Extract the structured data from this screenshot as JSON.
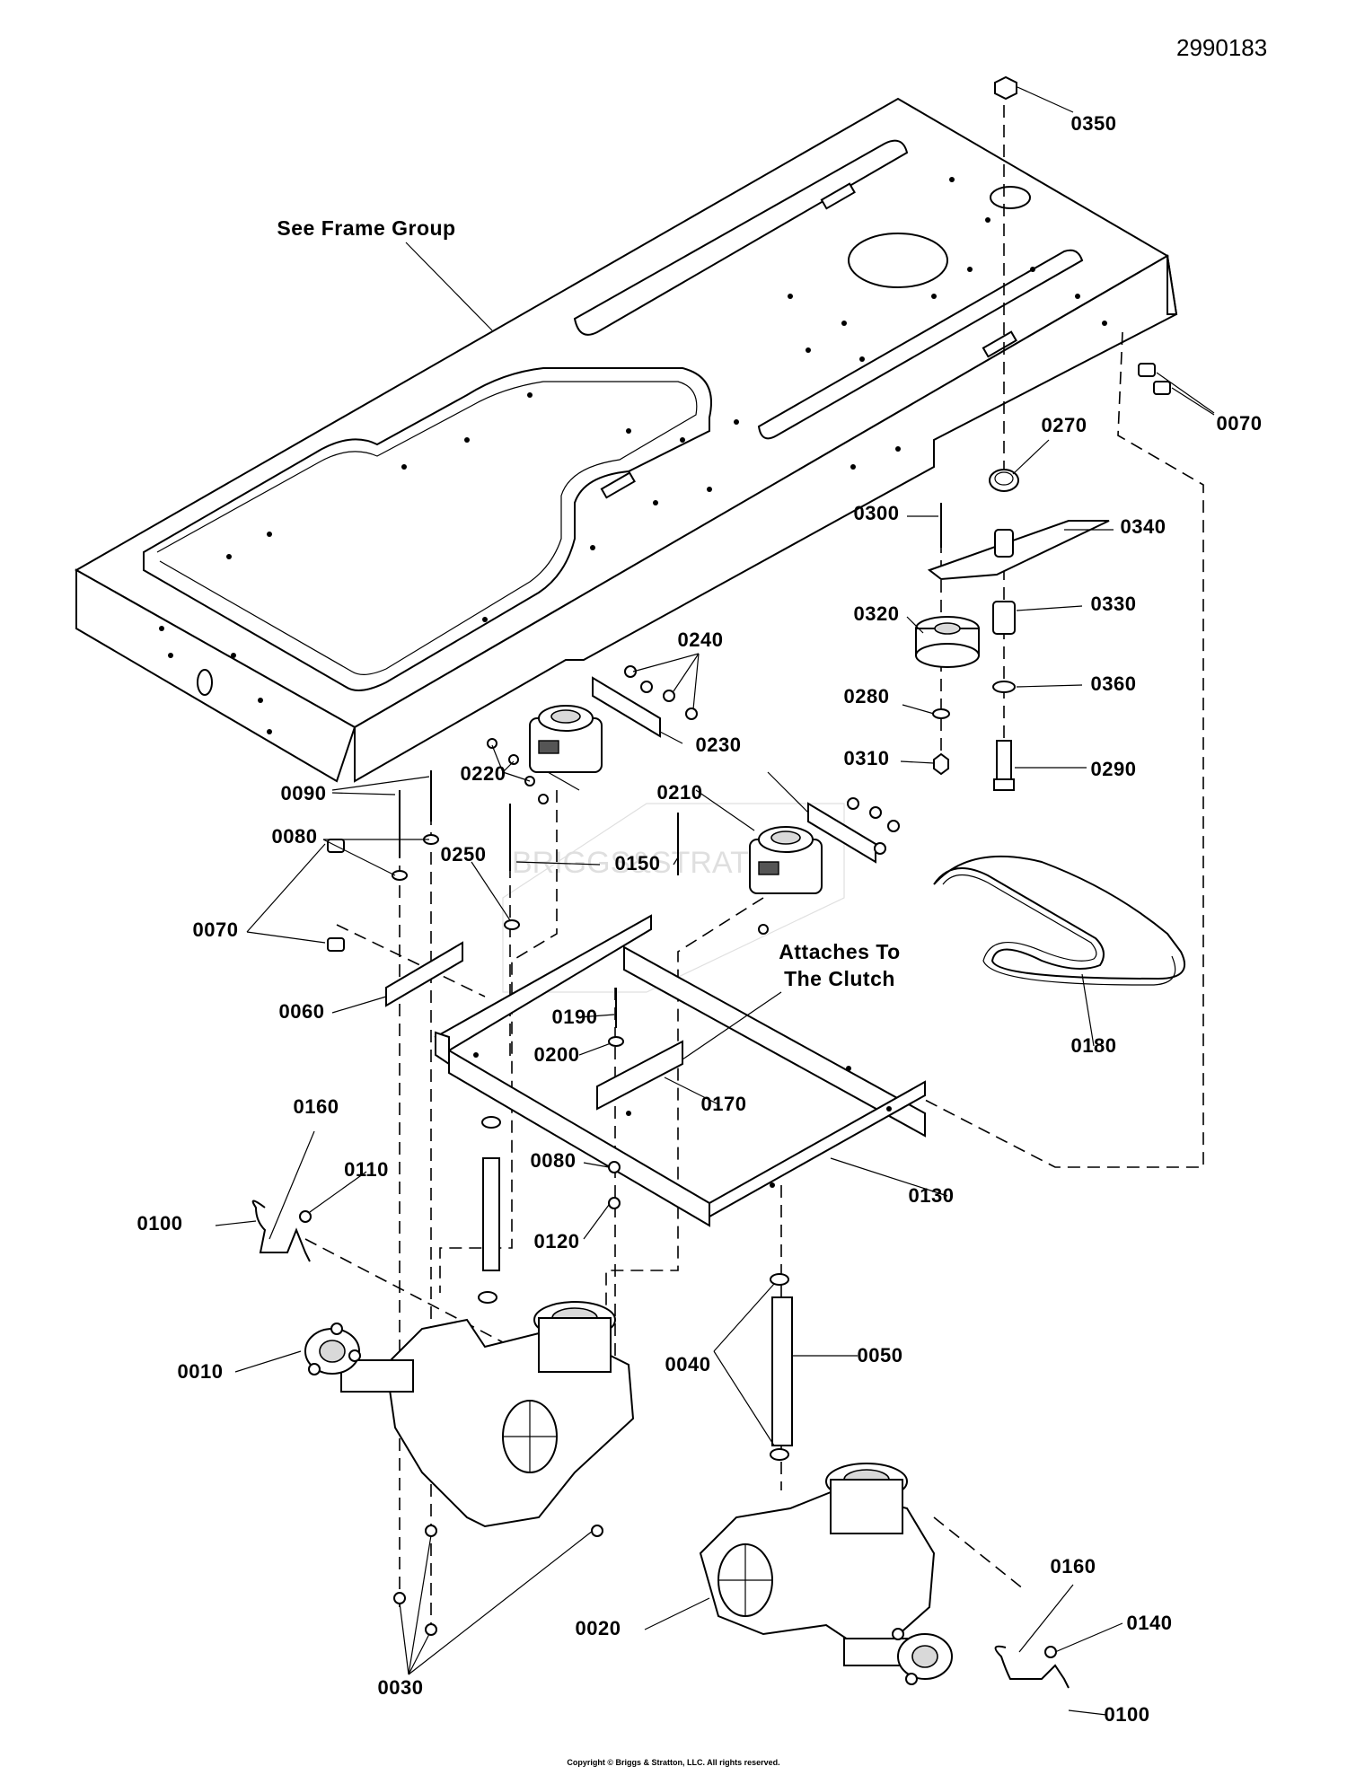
{
  "drawing_number": "2990183",
  "copyright": "Copyright © Briggs & Stratton, LLC. All rights reserved.",
  "watermark": "BRIGGS&STRATTON",
  "notes": {
    "frame_group": "See Frame Group",
    "clutch_line1": "Attaches To",
    "clutch_line2": "The Clutch"
  },
  "callouts": [
    {
      "id": "0350",
      "text": "0350"
    },
    {
      "id": "0070_top",
      "text": "0070"
    },
    {
      "id": "0270",
      "text": "0270"
    },
    {
      "id": "0300",
      "text": "0300"
    },
    {
      "id": "0340",
      "text": "0340"
    },
    {
      "id": "0320",
      "text": "0320"
    },
    {
      "id": "0330",
      "text": "0330"
    },
    {
      "id": "0240",
      "text": "0240"
    },
    {
      "id": "0280",
      "text": "0280"
    },
    {
      "id": "0360",
      "text": "0360"
    },
    {
      "id": "0230",
      "text": "0230"
    },
    {
      "id": "0310",
      "text": "0310"
    },
    {
      "id": "0290",
      "text": "0290"
    },
    {
      "id": "0090",
      "text": "0090"
    },
    {
      "id": "0220",
      "text": "0220"
    },
    {
      "id": "0210",
      "text": "0210"
    },
    {
      "id": "0080_top",
      "text": "0080"
    },
    {
      "id": "0150",
      "text": "0150"
    },
    {
      "id": "0250",
      "text": "0250"
    },
    {
      "id": "0070_left",
      "text": "0070"
    },
    {
      "id": "0060",
      "text": "0060"
    },
    {
      "id": "0190",
      "text": "0190"
    },
    {
      "id": "0200",
      "text": "0200"
    },
    {
      "id": "0180",
      "text": "0180"
    },
    {
      "id": "0170",
      "text": "0170"
    },
    {
      "id": "0160_left",
      "text": "0160"
    },
    {
      "id": "0110",
      "text": "0110"
    },
    {
      "id": "0080_mid",
      "text": "0080"
    },
    {
      "id": "0130",
      "text": "0130"
    },
    {
      "id": "0100_left",
      "text": "0100"
    },
    {
      "id": "0120",
      "text": "0120"
    },
    {
      "id": "0010",
      "text": "0010"
    },
    {
      "id": "0040",
      "text": "0040"
    },
    {
      "id": "0050",
      "text": "0050"
    },
    {
      "id": "0030",
      "text": "0030"
    },
    {
      "id": "0020",
      "text": "0020"
    },
    {
      "id": "0160_right",
      "text": "0160"
    },
    {
      "id": "0140",
      "text": "0140"
    },
    {
      "id": "0100_right",
      "text": "0100"
    }
  ]
}
